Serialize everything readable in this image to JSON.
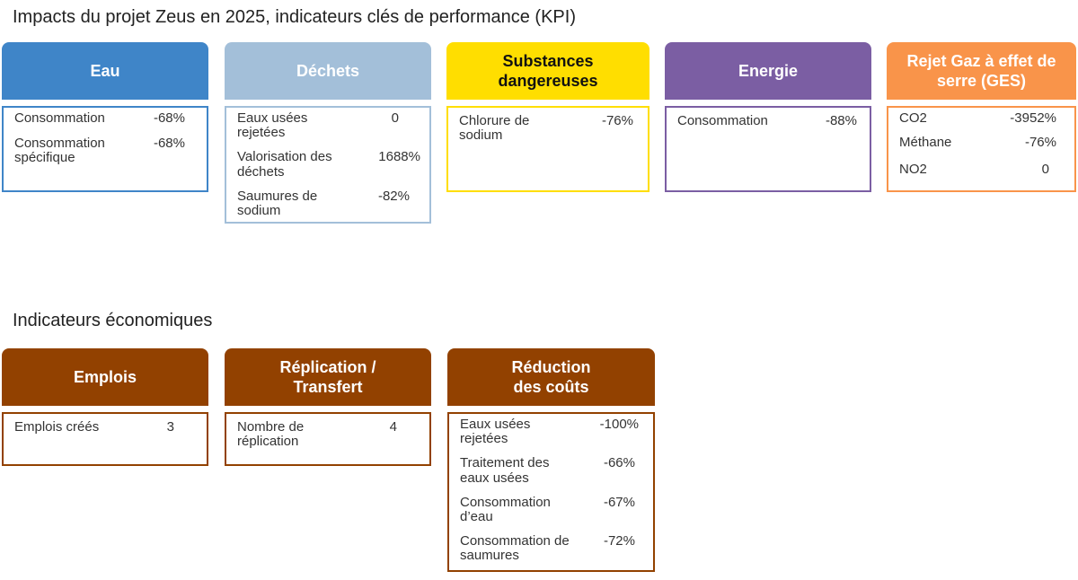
{
  "kpi_title": "Impacts du projet Zeus en 2025, indicateurs clés de performance (KPI)",
  "eco_title": "Indicateurs économiques",
  "colors": {
    "eau": "#3f85c8",
    "dechets": "#a3bfd9",
    "substances": "#ffde00",
    "energie": "#7b5ea3",
    "ges": "#f9944a",
    "eco": "#924100"
  },
  "kpi_cards": [
    {
      "title": "Eau",
      "rows": [
        {
          "label": "Consommation",
          "value": "-68%"
        },
        {
          "label": "Consommation spécifique",
          "value": "-68%"
        }
      ]
    },
    {
      "title": "Déchets",
      "rows": [
        {
          "label": "Eaux usées rejetées",
          "value": "0"
        },
        {
          "label": "Valorisation des déchets",
          "value": "1688%"
        },
        {
          "label": "Saumures de sodium",
          "value": "-82%"
        }
      ]
    },
    {
      "title": "Substances dangereuses",
      "rows": [
        {
          "label": "Chlorure de sodium",
          "value": "-76%"
        }
      ]
    },
    {
      "title": "Energie",
      "rows": [
        {
          "label": "Consommation",
          "value": "-88%"
        }
      ]
    },
    {
      "title": "Rejet Gaz à effet de serre (GES)",
      "rows": [
        {
          "label": "CO2",
          "value": "-3952%"
        },
        {
          "label": "Méthane",
          "value": "-76%"
        },
        {
          "label": "NO2",
          "value": "0"
        }
      ]
    }
  ],
  "eco_cards": [
    {
      "title": "Emplois",
      "rows": [
        {
          "label": "Emplois créés",
          "value": "3"
        }
      ]
    },
    {
      "title": "Réplication / Transfert",
      "rows": [
        {
          "label": "Nombre de réplication",
          "value": "4"
        }
      ]
    },
    {
      "title": "Réduction des coûts",
      "rows": [
        {
          "label": "Eaux usées rejetées",
          "value": "-100%"
        },
        {
          "label": "Traitement des eaux usées",
          "value": "-66%"
        },
        {
          "label": "Consommation d’eau",
          "value": "-67%"
        },
        {
          "label": "Consommation de saumures",
          "value": "-72%"
        }
      ]
    }
  ]
}
